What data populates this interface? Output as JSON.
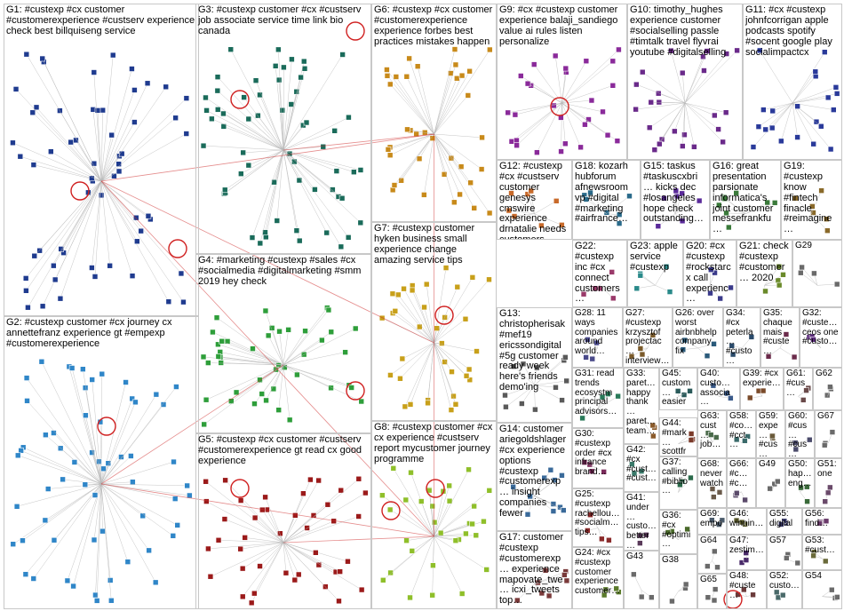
{
  "graph": {
    "groups": [
      {
        "id": "G1",
        "label": "G1: #custexp #cx customer #customerexperience #custserv experience check best billquiseng service",
        "color": "#1f3b8f"
      },
      {
        "id": "G2",
        "label": "G2: #custexp customer #cx journey cx annettefranz experience gt #empexp #customerexperience",
        "color": "#2f86c8"
      },
      {
        "id": "G3",
        "label": "G3: #custexp customer #cx #custserv job associate service time link bio canada",
        "color": "#1a6b5a"
      },
      {
        "id": "G4",
        "label": "G4: #marketing #custexp #sales #cx #socialmedia #digitalmarketing #smm 2019 hey check",
        "color": "#2e9e3a"
      },
      {
        "id": "G5",
        "label": "G5: #custexp #cx customer #custserv #customerexperience gt read cx good experience",
        "color": "#9b1a1a"
      },
      {
        "id": "G6",
        "label": "G6: #custexp #cx customer #customerexperience experience forbes best practices mistakes happen",
        "color": "#c88a1a"
      },
      {
        "id": "G7",
        "label": "G7: #custexp customer hyken business small experience change amazing service tips",
        "color": "#c8a01a"
      },
      {
        "id": "G8",
        "label": "G8: #custexp customer #cx cx experience #custserv report mycustomer journey programme",
        "color": "#8fbf2a"
      },
      {
        "id": "G9",
        "label": "G9: #cx #custexp customer experience balaji_sandiego value ai rules listen personalize",
        "color": "#8a2a9a"
      },
      {
        "id": "G10",
        "label": "G10: timothy_hughes experience customer #socialselling passle #timtalk travel flyvrai youtube #digitalselling",
        "color": "#6a2a8a"
      },
      {
        "id": "G11",
        "label": "G11: #cx #custexp johnfcorrigan apple podcasts spotify #socent google play socialimpactcx",
        "color": "#2a3a9a"
      },
      {
        "id": "G12",
        "label": "G12: #custexp #cx #custserv customer genesys cmswire experience drnatalie needs customers",
        "color": "#c86a2a"
      },
      {
        "id": "G13",
        "label": "G13: christopherisak #mef19 ericssondigital #5g customer ready week here's friends demo'ing",
        "color": "#5a5a5a"
      },
      {
        "id": "G14",
        "label": "G14: customer ariegoldshlager #cx experience options #custexp #customerexp… insight companies fewer",
        "color": "#3a6a9a"
      },
      {
        "id": "G15",
        "label": "G15: taskus #taskuscxbri… kicks dec #losangeles hope check outstanding…",
        "color": "#5a2a9a"
      },
      {
        "id": "G16",
        "label": "G16: great presentation parsionate informatica's joint customer messefrankfu…",
        "color": "#3a7a3a"
      },
      {
        "id": "G17",
        "label": "G17: customer #custexp #customerexp… experience mapovate_twe… icxi_tweets top…",
        "color": "#7a3a3a"
      },
      {
        "id": "G18",
        "label": "G18: kozarh hubforum afnewsroom vp #digital #marketing #airfrance…",
        "color": "#2a6a8a"
      },
      {
        "id": "G19",
        "label": "G19: #custexp know #fintech finacle #reimagine…",
        "color": "#8a6a2a"
      },
      {
        "id": "G20",
        "label": "G20: #cx #custexp #rockstarcx call experienc…",
        "color": "#3a3a8a"
      },
      {
        "id": "G21",
        "label": "G21: check #custexp #customer… 2020",
        "color": "#6a8a2a"
      },
      {
        "id": "G22",
        "label": "G22: #custexp inc #cx connect customers…",
        "color": "#9a3a6a"
      },
      {
        "id": "G23",
        "label": "G23: apple service #custexp",
        "color": "#2a8a8a"
      },
      {
        "id": "G24",
        "label": "G24: #cx #custexp customer experience customer…",
        "color": "#5a7a2a"
      },
      {
        "id": "G25",
        "label": "G25: #custexp rachellou… #socialm… tips…",
        "color": "#8a2a2a"
      },
      {
        "id": "G26",
        "label": "G26: over worst airbnbhelp company fix",
        "color": "#2a5a7a"
      },
      {
        "id": "G27",
        "label": "G27: #custexp krzysztof projectac… interview…",
        "color": "#7a5a2a"
      },
      {
        "id": "G28",
        "label": "G28: 11 ways companies around world…",
        "color": "#4a4a8a"
      },
      {
        "id": "G29",
        "label": "G29",
        "color": "#6a6a6a"
      },
      {
        "id": "G30",
        "label": "G30: #custexp order #cx infrance brand…",
        "color": "#7a2a5a"
      },
      {
        "id": "G31",
        "label": "G31: read trends ecosystm principal advisors…",
        "color": "#2a7a5a"
      },
      {
        "id": "G32",
        "label": "G32: #custe… ceos one #custo…",
        "color": "#5a2a7a"
      },
      {
        "id": "G33",
        "label": "G33: paret… happy thank… paret… team…",
        "color": "#8a5a2a"
      },
      {
        "id": "G34",
        "label": "G34: #cx peterla… #custo…",
        "color": "#2a4a6a"
      },
      {
        "id": "G35",
        "label": "G35: chaque mais #custe…",
        "color": "#6a2a4a"
      },
      {
        "id": "G36",
        "label": "G36: #cx #optimi…",
        "color": "#4a6a2a"
      },
      {
        "id": "G37",
        "label": "G37: calling #biblio…",
        "color": "#2a6a4a"
      },
      {
        "id": "G38",
        "label": "G38",
        "color": "#6a6a6a"
      },
      {
        "id": "G39",
        "label": "G39: #cx experie…",
        "color": "#7a4a2a"
      },
      {
        "id": "G40",
        "label": "G40: custo… associa…",
        "color": "#3a5a8a"
      },
      {
        "id": "G41",
        "label": "G41: under… custo… better…",
        "color": "#5a3a5a"
      },
      {
        "id": "G42",
        "label": "G42: #cx #cust… #cust…",
        "color": "#3a7a6a"
      },
      {
        "id": "G43",
        "label": "G43",
        "color": "#6a6a6a"
      },
      {
        "id": "G44",
        "label": "G44: #mark… scottfr…",
        "color": "#7a3a2a"
      },
      {
        "id": "G45",
        "label": "G45: custom… easier…",
        "color": "#2a5a5a"
      },
      {
        "id": "G46",
        "label": "G46: winnin…",
        "color": "#5a5a2a"
      },
      {
        "id": "G47",
        "label": "G47: zestim…",
        "color": "#4a2a6a"
      },
      {
        "id": "G48",
        "label": "G48: #custe…",
        "color": "#6a3a3a"
      },
      {
        "id": "G49",
        "label": "G49",
        "color": "#6a6a6a"
      },
      {
        "id": "G50",
        "label": "G50: hap… eng…",
        "color": "#3a6a3a"
      },
      {
        "id": "G51",
        "label": "G51: one",
        "color": "#6a4a6a"
      },
      {
        "id": "G52",
        "label": "G52: custo…",
        "color": "#4a6a6a"
      },
      {
        "id": "G53",
        "label": "G53: #cust…",
        "color": "#6a6a3a"
      },
      {
        "id": "G54",
        "label": "G54",
        "color": "#6a6a6a"
      },
      {
        "id": "G55",
        "label": "G55: digital…",
        "color": "#3a3a6a"
      },
      {
        "id": "G56",
        "label": "G56: find…",
        "color": "#6a3a6a"
      },
      {
        "id": "G57",
        "label": "G57",
        "color": "#6a6a6a"
      },
      {
        "id": "G58",
        "label": "G58: #co… #cct…",
        "color": "#3a6a6a"
      },
      {
        "id": "G59",
        "label": "G59: expe… #cus…",
        "color": "#6a5a3a"
      },
      {
        "id": "G60",
        "label": "G60: #cus… #cus…",
        "color": "#4a4a6a"
      },
      {
        "id": "G61",
        "label": "G61: #cus…",
        "color": "#6a4a4a"
      },
      {
        "id": "G62",
        "label": "G62",
        "color": "#6a6a6a"
      },
      {
        "id": "G63",
        "label": "G63: cust… job…",
        "color": "#4a6a4a"
      },
      {
        "id": "G64",
        "label": "G64",
        "color": "#6a6a6a"
      },
      {
        "id": "G65",
        "label": "G65",
        "color": "#6a6a6a"
      },
      {
        "id": "G66",
        "label": "G66: #c… #c…",
        "color": "#5a4a6a"
      },
      {
        "id": "G67",
        "label": "G67",
        "color": "#6a6a6a"
      },
      {
        "id": "G68",
        "label": "G68: never watch",
        "color": "#6a5a4a"
      },
      {
        "id": "G69",
        "label": "G69: empo… empl…",
        "color": "#4a5a6a"
      }
    ]
  }
}
